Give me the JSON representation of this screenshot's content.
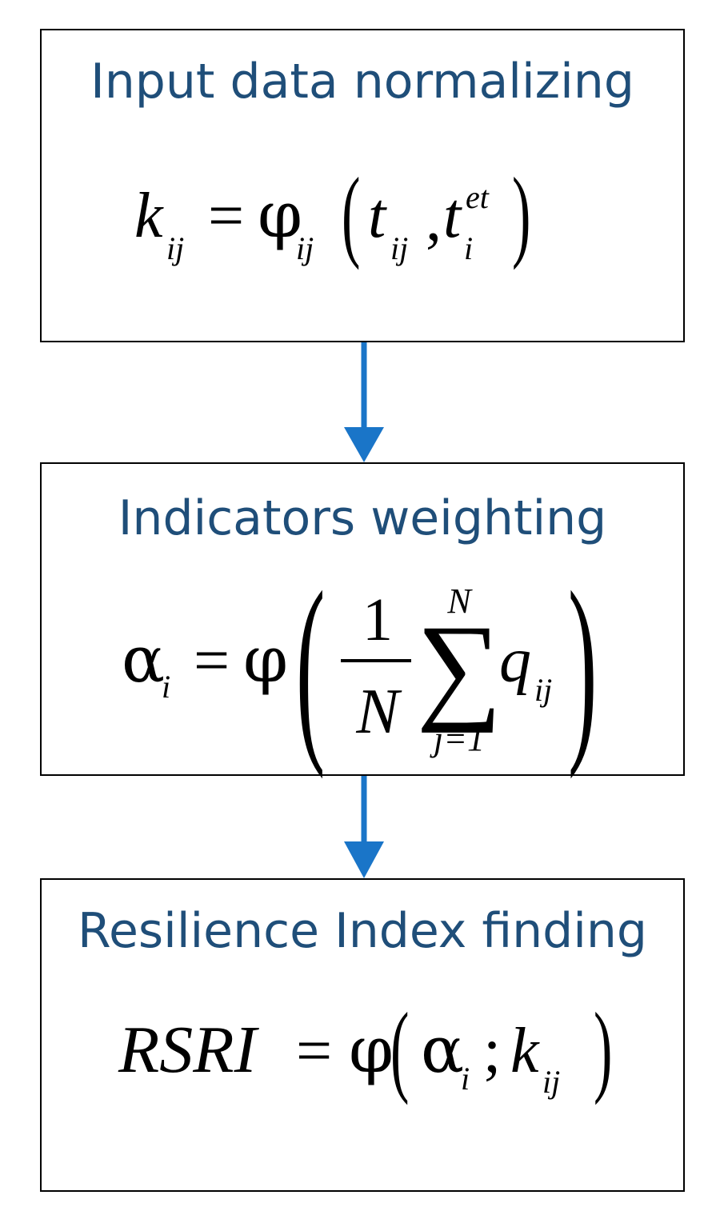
{
  "steps": [
    {
      "title": "Input data normalizing",
      "formula": {
        "lhs_var": "k",
        "lhs_sub": "ij",
        "eq": "=",
        "func": "φ",
        "func_sub": "ij",
        "lparen": "(",
        "arg1": "t",
        "arg1_sub": "ij",
        "comma": ",",
        "arg2": "t",
        "arg2_sub": "i",
        "arg2_sup": "et",
        "rparen": ")"
      }
    },
    {
      "title": "Indicators weighting",
      "formula": {
        "lhs_var": "α",
        "lhs_sub": "i",
        "eq": "=",
        "func": "φ",
        "lparen": "(",
        "numerator": "1",
        "denominator": "N",
        "sum_symbol": "∑",
        "sum_upper": "N",
        "sum_lower": "j=1",
        "term": "q",
        "term_sub": "ij",
        "rparen": ")"
      }
    },
    {
      "title": "Resilience Index finding",
      "formula": {
        "lhs": "RSRI",
        "eq": "=",
        "func": "φ",
        "lparen": "(",
        "arg1": "α",
        "arg1_sub": "i",
        "sep": ";",
        "arg2": "k",
        "arg2_sub": "ij",
        "rparen": ")"
      }
    }
  ],
  "colors": {
    "title": "#1f4e79",
    "arrow": "#1a75c8",
    "border": "#000000"
  }
}
